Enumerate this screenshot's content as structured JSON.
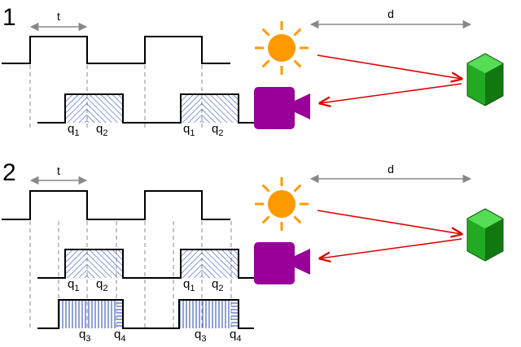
{
  "panels": [
    {
      "number": "1",
      "pulse_label": "t",
      "distance_label": "d",
      "samples": [
        {
          "label": "q",
          "sub": "1"
        },
        {
          "label": "q",
          "sub": "2"
        },
        {
          "label": "q",
          "sub": "1"
        },
        {
          "label": "q",
          "sub": "2"
        }
      ]
    },
    {
      "number": "2",
      "pulse_label": "t",
      "distance_label": "d",
      "samples": [
        {
          "label": "q",
          "sub": "1"
        },
        {
          "label": "q",
          "sub": "2"
        },
        {
          "label": "q",
          "sub": "1"
        },
        {
          "label": "q",
          "sub": "2"
        }
      ],
      "samples_row2": [
        {
          "label": "q",
          "sub": "3"
        },
        {
          "label": "q",
          "sub": "4"
        },
        {
          "label": "q",
          "sub": "3"
        },
        {
          "label": "q",
          "sub": "4"
        }
      ]
    }
  ],
  "colors": {
    "sun": "#FF9900",
    "camera": "#990099",
    "cube_front": "#22AA22",
    "cube_top": "#55DD55",
    "cube_side": "#117711",
    "ray": "#DD0000",
    "hatch": "#3355BB",
    "dim_line": "#888888"
  },
  "icons": [
    "sun-icon",
    "camera-icon",
    "cube-icon"
  ]
}
